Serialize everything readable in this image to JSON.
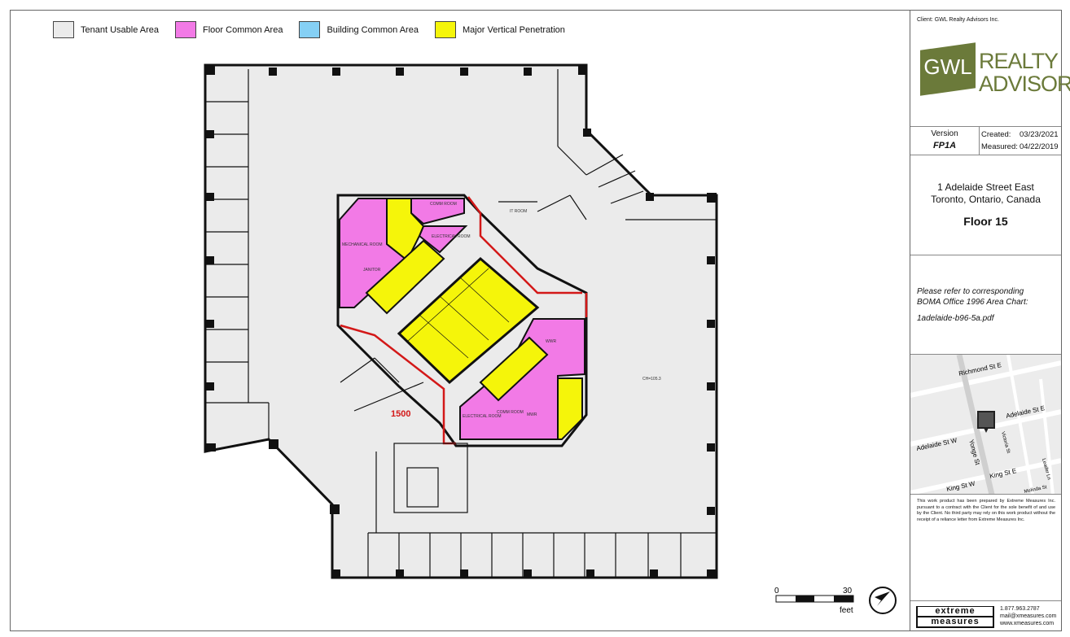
{
  "legend": [
    {
      "label": "Tenant Usable Area",
      "color": "#ebebeb"
    },
    {
      "label": "Floor Common Area",
      "color": "#f27ae6"
    },
    {
      "label": "Building Common Area",
      "color": "#85d0f5"
    },
    {
      "label": "Major Vertical Penetration",
      "color": "#f5f50a"
    }
  ],
  "plan": {
    "suite_label": "1500",
    "ceiling_label": "CH=105.3",
    "rooms": {
      "comm_room_top": "COMM ROOM",
      "electrical_room_top": "ELECTRICAL ROOM",
      "mechanical_room": "MECHANICAL ROOM",
      "janitor": "JANITOR",
      "it_room": "IT ROOM",
      "wwr_right": "WWR",
      "electrical_room_bottom": "ELECTRICAL ROOM",
      "comm_room_bottom": "COMM ROOM",
      "mwr": "MWR"
    },
    "scale": {
      "start": "0",
      "end": "30",
      "unit": "feet"
    }
  },
  "sidebar": {
    "client": "Client:  GWL Realty Advisors Inc.",
    "logo_gwl": "GWL",
    "logo_line1": "REALTY",
    "logo_line2": "ADVISORS",
    "version_label": "Version",
    "version_value": "FP1A",
    "created_label": "Created:",
    "created_value": "03/23/2021",
    "measured_label": "Measured:",
    "measured_value": "04/22/2019",
    "address_line1": "1 Adelaide Street East",
    "address_line2": "Toronto, Ontario, Canada",
    "floor": "Floor 15",
    "refer_line1": "Please refer to corresponding",
    "refer_line2": "BOMA Office 1996 Area Chart:",
    "refer_file": "1adelaide-b96-5a.pdf",
    "map_labels": {
      "richmond": "Richmond St E",
      "adelaide_e": "Adelaide St E",
      "adelaide_w": "Adelaide St W",
      "yonge": "Yonge St",
      "victoria": "Victoria St",
      "king_e": "King St E",
      "king_w": "King St W",
      "leader": "Leader Ln",
      "melinda": "Melinda St"
    },
    "disclaimer": "This work product has been prepared by Extreme Measures Inc. pursuant to a contract with the Client for the sole benefit of and use by the Client. No third party may rely on this work product without the receipt of a reliance letter from Extreme Measures Inc.",
    "em_line1": "extreme",
    "em_line2": "measures",
    "phone": "1.877.963.2787",
    "email": "mail@xmeasures.com",
    "web": "www.xmeasures.com"
  }
}
